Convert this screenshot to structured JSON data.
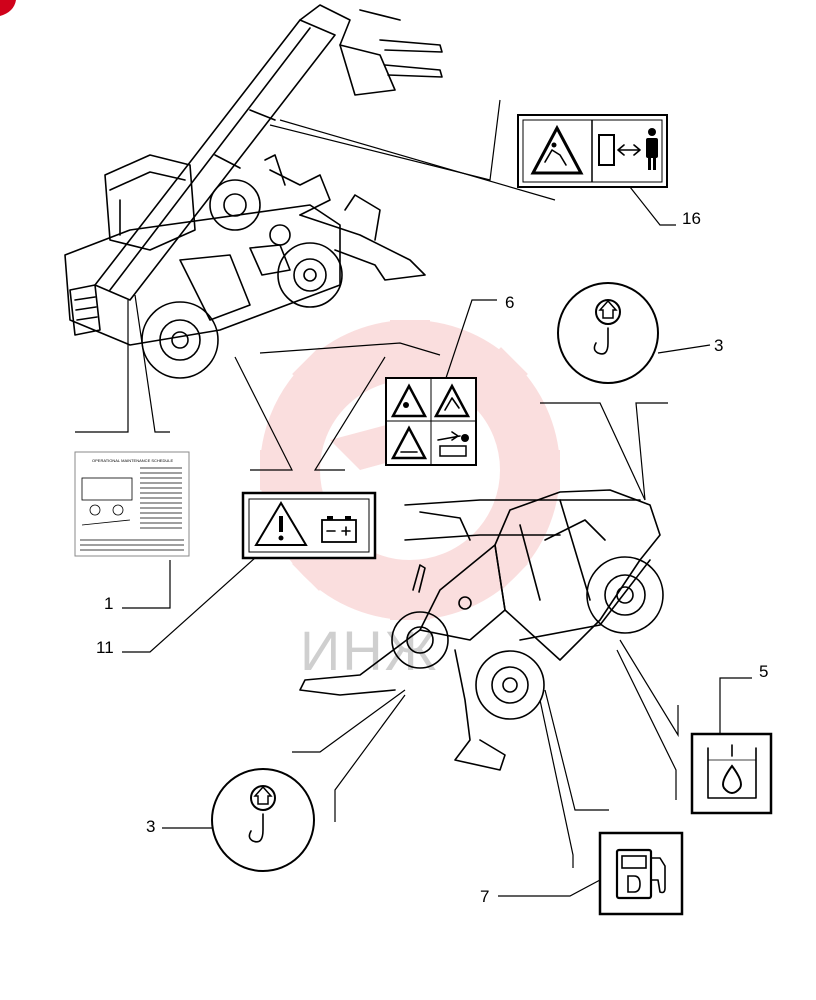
{
  "callouts": {
    "c16": "16",
    "c6": "6",
    "c3a": "3",
    "c1": "1",
    "c11": "11",
    "c5": "5",
    "c3b": "3",
    "c7": "7"
  },
  "decal_chart": {
    "title": "OPERATIONAL MAINTENANCE SCHEDULE"
  },
  "watermark": {
    "text": "ИНЖ",
    "color": "#f2b8b8"
  },
  "colors": {
    "ink": "#000000",
    "corner_badge": "#d0021b"
  },
  "icons": [
    "crush-warning-icon",
    "keep-distance-icon",
    "lift-hook-icon",
    "battery-warning-icon",
    "oil-level-icon",
    "diesel-fuel-icon",
    "safety-warnings-panel-icon"
  ]
}
